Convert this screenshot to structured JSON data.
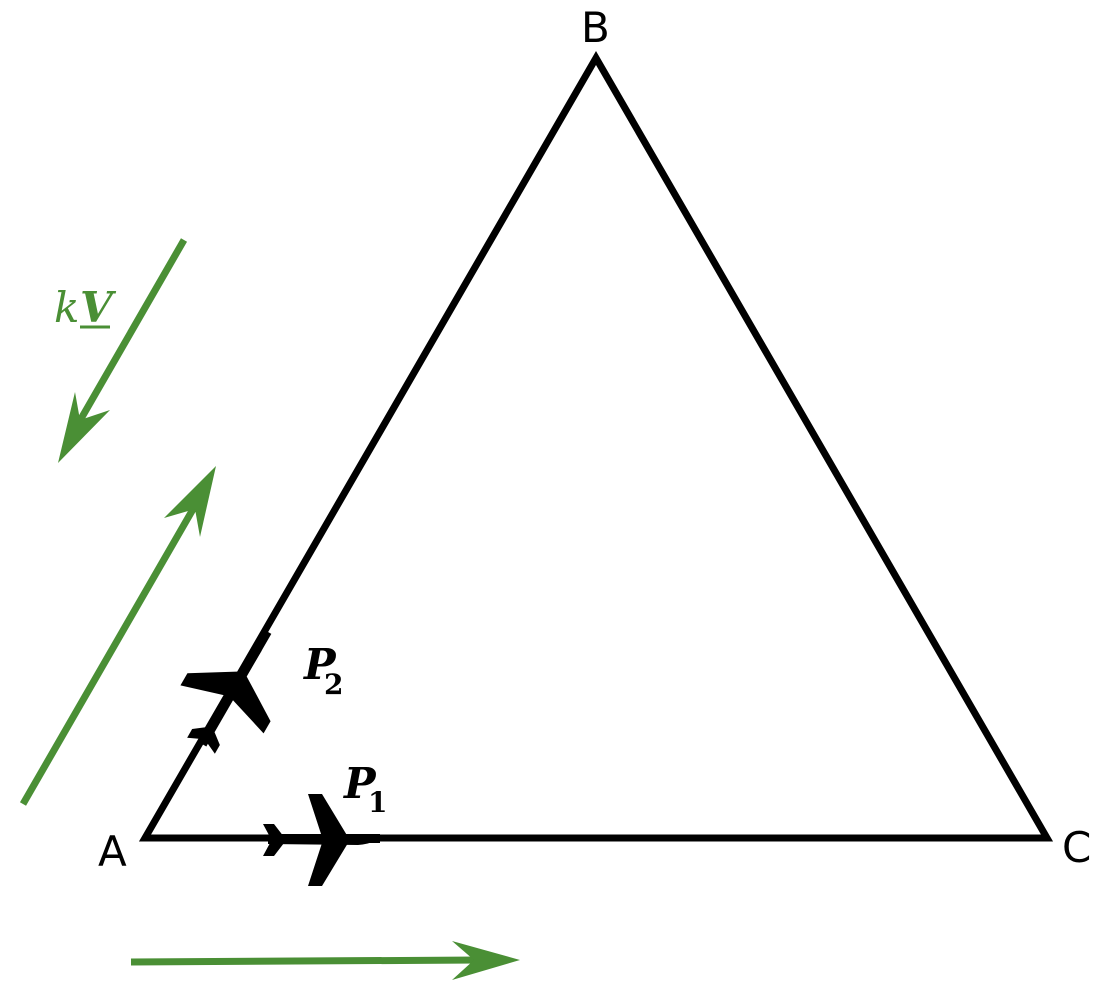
{
  "vertices": {
    "a": "A",
    "b": "B",
    "c": "C"
  },
  "planes": {
    "p1": {
      "letter": "P",
      "sub": "1"
    },
    "p2": {
      "letter": "P",
      "sub": "2"
    }
  },
  "vector_label": {
    "k": "k",
    "v": "V"
  },
  "colors": {
    "line": "#000000",
    "vector": "#4a8f35"
  }
}
